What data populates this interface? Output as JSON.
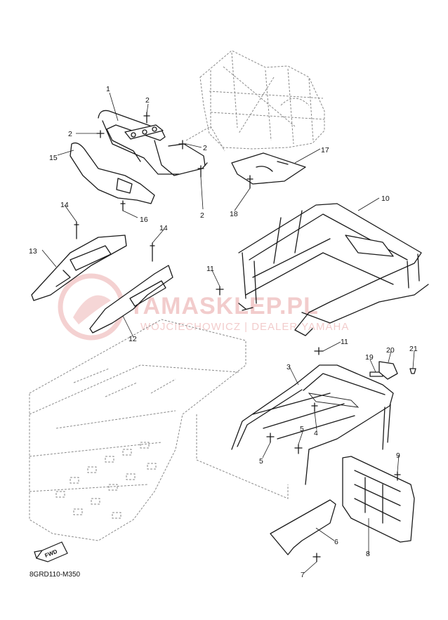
{
  "diagram_code": "8GRD110-M350",
  "fwd_label": "FWD",
  "watermark": {
    "brand": "YAMASKLEP.PL",
    "dealer": "WOJCIECHOWICZ | DEALER YAMAHA"
  },
  "callouts": [
    "1",
    "2",
    "2",
    "2",
    "2",
    "3",
    "4",
    "5",
    "5",
    "6",
    "7",
    "8",
    "9",
    "10",
    "11",
    "11",
    "12",
    "13",
    "14",
    "14",
    "15",
    "16",
    "17",
    "18",
    "19",
    "20",
    "21"
  ],
  "colors": {
    "line": "#1a1a1a",
    "ghost": "#8a8a8a",
    "watermark": "#e9a3a3"
  }
}
